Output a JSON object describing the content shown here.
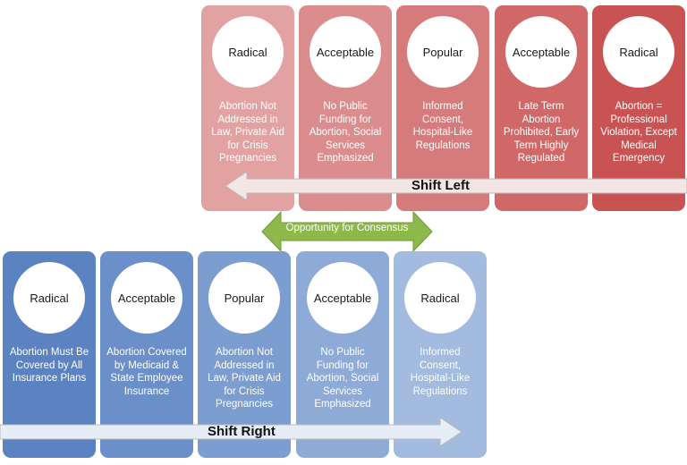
{
  "top_row": {
    "cards": [
      {
        "stance": "Radical",
        "text": "Abortion Not Addressed in Law, Private Aid for Crisis Pregnancies",
        "color": "#e3a2a2"
      },
      {
        "stance": "Acceptable",
        "text": "No Public Funding for Abortion, Social Services Emphasized",
        "color": "#db8d8d"
      },
      {
        "stance": "Popular",
        "text": "Informed Consent, Hospital-Like Regulations",
        "color": "#d67b7b"
      },
      {
        "stance": "Acceptable",
        "text": "Late Term Abortion Prohibited, Early Term Highly Regulated",
        "color": "#d06868"
      },
      {
        "stance": "Radical",
        "text": "Abortion = Professional Violation, Except Medical Emergency",
        "color": "#c95353"
      }
    ],
    "arrow_label": "Shift Left"
  },
  "consensus_label": "Opportunity for Consensus",
  "bottom_row": {
    "cards": [
      {
        "stance": "Radical",
        "text": "Abortion Must Be Covered by All Insurance Plans",
        "color": "#5b83c2"
      },
      {
        "stance": "Acceptable",
        "text": "Abortion Covered by Medicaid & State Employee Insurance",
        "color": "#6a8fc9"
      },
      {
        "stance": "Popular",
        "text": "Abortion Not Addressed in Law, Private Aid for Crisis Pregnancies",
        "color": "#7b9dd0"
      },
      {
        "stance": "Acceptable",
        "text": "No Public Funding for Abortion, Social Services Emphasized",
        "color": "#8eabd7"
      },
      {
        "stance": "Radical",
        "text": "Informed Consent, Hospital-Like Regulations",
        "color": "#a2bbdf"
      }
    ],
    "arrow_label": "Shift Right"
  },
  "colors": {
    "arrow_fill": "#f5e6e6",
    "arrow_fill_blue": "#e6edf7",
    "consensus_green": "#8cb94a"
  }
}
